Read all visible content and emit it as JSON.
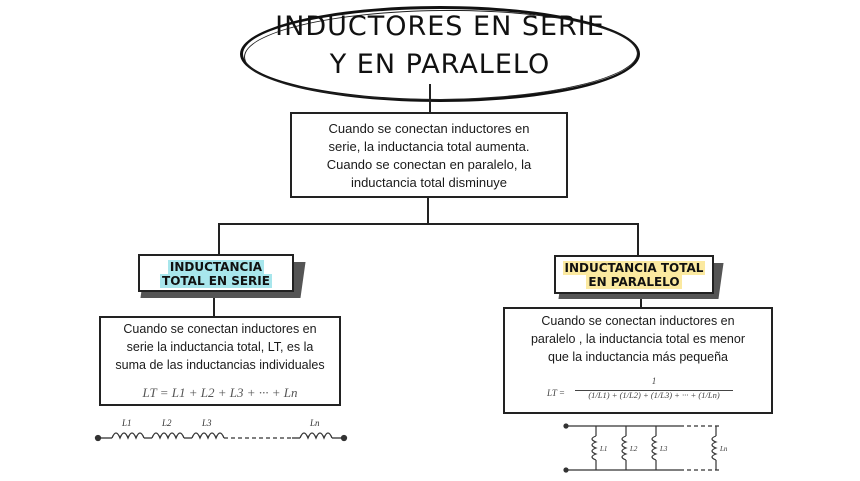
{
  "title": {
    "line1": "INDUCTORES EN SERIE",
    "line2": "Y EN PARALELO"
  },
  "summary": {
    "lines": [
      "Cuando se conectan inductores en",
      "serie, la inductancia total aumenta.",
      "Cuando se conectan en paralelo, la",
      "inductancia total disminuye"
    ]
  },
  "serie": {
    "tag_line1": "INDUCTANCIA",
    "tag_line2": "TOTAL EN SERIE",
    "lines": [
      "Cuando se conectan inductores en",
      "serie la inductancia total, LT, es la",
      "suma de las inductancias individuales"
    ],
    "formula": "LT = L1 + L2 + L3 + ··· + Ln",
    "circuit_labels": [
      "L1",
      "L2",
      "L3",
      "Ln"
    ]
  },
  "paralelo": {
    "tag_line1": "INDUCTANCIA TOTAL",
    "tag_line2": "EN PARALELO",
    "lines": [
      "Cuando se conectan inductores en",
      "paralelo , la inductancia total es menor",
      "que la inductancia más pequeña"
    ],
    "formula_lhs": "LT =",
    "formula_num": "1",
    "formula_den": "(1/L1) + (1/L2) + (1/L3) + ··· + (1/Ln)",
    "circuit_labels": [
      "L1",
      "L2",
      "L3",
      "Ln"
    ]
  },
  "colors": {
    "highlight_blue": "#a8e6ec",
    "highlight_yellow": "#fbe9a0",
    "ink": "#222222"
  }
}
